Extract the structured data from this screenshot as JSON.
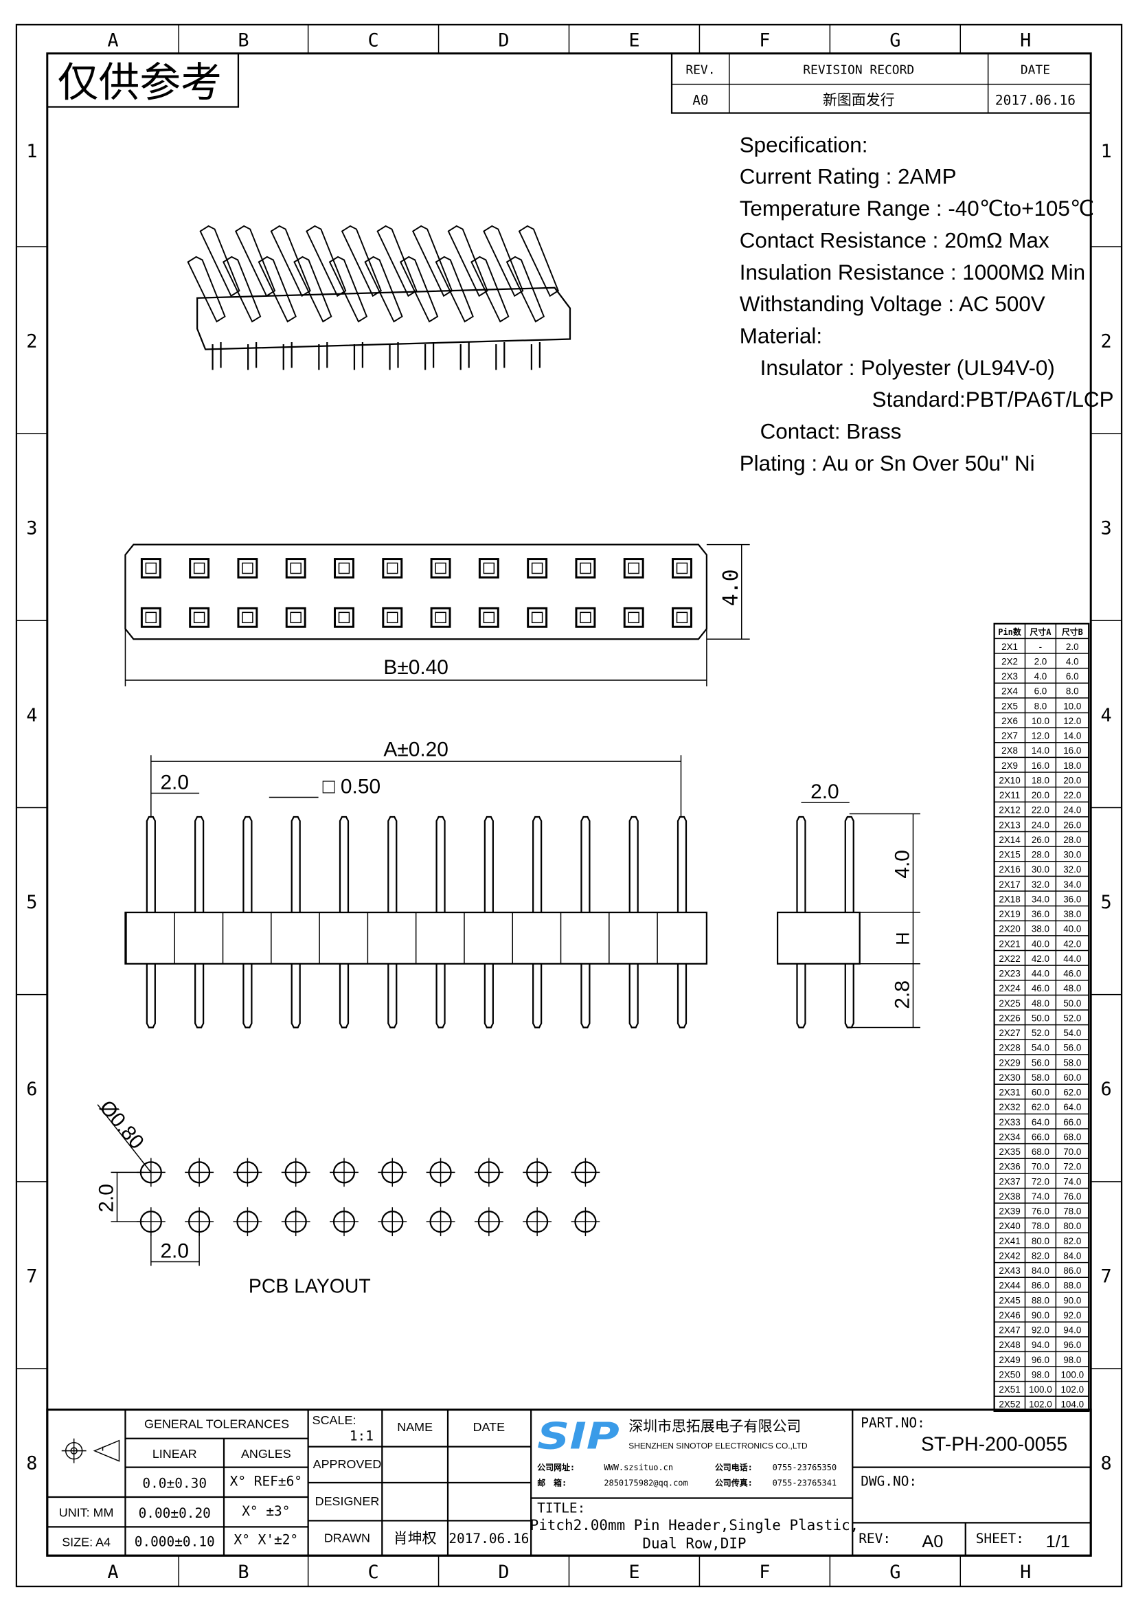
{
  "frame": {
    "cols": [
      "A",
      "B",
      "C",
      "D",
      "E",
      "F",
      "G",
      "H"
    ],
    "rows": [
      "1",
      "2",
      "3",
      "4",
      "5",
      "6",
      "7",
      "8"
    ]
  },
  "stamp": "仅供参考",
  "revision": {
    "h_rev": "REV.",
    "h_record": "REVISION RECORD",
    "h_date": "DATE",
    "rev": "A0",
    "record": "新图面发行",
    "date": "2017.06.16"
  },
  "spec": [
    {
      "text": "Specification:",
      "indent": 0
    },
    {
      "text": "Current Rating : 2AMP",
      "indent": 0
    },
    {
      "text": "Temperature Range : -40℃to+105℃",
      "indent": 0
    },
    {
      "text": "Contact Resistance : 20mΩ Max",
      "indent": 0
    },
    {
      "text": "Insulation Resistance : 1000MΩ Min",
      "indent": 0
    },
    {
      "text": "Withstanding Voltage : AC 500V",
      "indent": 0
    },
    {
      "text": "Material:",
      "indent": 0
    },
    {
      "text": "Insulator : Polyester (UL94V-0)",
      "indent": 1
    },
    {
      "text": "Standard:PBT/PA6T/LCP",
      "indent": 2
    },
    {
      "text": "Contact: Brass",
      "indent": 1
    },
    {
      "text": "Plating : Au or Sn Over 50u\" Ni",
      "indent": 0
    }
  ],
  "dims": {
    "top_height": "4.0",
    "top_width": "B±0.40",
    "front_width": "A±0.20",
    "pitch": "2.0",
    "pin_size": "□ 0.50",
    "side_pitch": "2.0",
    "side_top": "4.0",
    "side_h": "H",
    "side_bottom": "2.8",
    "pcb_dia": "Ø0.80",
    "pcb_row": "2.0",
    "pcb_pitch": "2.0",
    "pcb_label": "PCB LAYOUT"
  },
  "table": {
    "headers": [
      "Pin数",
      "尺寸A",
      "尺寸B"
    ],
    "rows": [
      [
        "2X1",
        "-",
        "2.0"
      ],
      [
        "2X2",
        "2.0",
        "4.0"
      ],
      [
        "2X3",
        "4.0",
        "6.0"
      ],
      [
        "2X4",
        "6.0",
        "8.0"
      ],
      [
        "2X5",
        "8.0",
        "10.0"
      ],
      [
        "2X6",
        "10.0",
        "12.0"
      ],
      [
        "2X7",
        "12.0",
        "14.0"
      ],
      [
        "2X8",
        "14.0",
        "16.0"
      ],
      [
        "2X9",
        "16.0",
        "18.0"
      ],
      [
        "2X10",
        "18.0",
        "20.0"
      ],
      [
        "2X11",
        "20.0",
        "22.0"
      ],
      [
        "2X12",
        "22.0",
        "24.0"
      ],
      [
        "2X13",
        "24.0",
        "26.0"
      ],
      [
        "2X14",
        "26.0",
        "28.0"
      ],
      [
        "2X15",
        "28.0",
        "30.0"
      ],
      [
        "2X16",
        "30.0",
        "32.0"
      ],
      [
        "2X17",
        "32.0",
        "34.0"
      ],
      [
        "2X18",
        "34.0",
        "36.0"
      ],
      [
        "2X19",
        "36.0",
        "38.0"
      ],
      [
        "2X20",
        "38.0",
        "40.0"
      ],
      [
        "2X21",
        "40.0",
        "42.0"
      ],
      [
        "2X22",
        "42.0",
        "44.0"
      ],
      [
        "2X23",
        "44.0",
        "46.0"
      ],
      [
        "2X24",
        "46.0",
        "48.0"
      ],
      [
        "2X25",
        "48.0",
        "50.0"
      ],
      [
        "2X26",
        "50.0",
        "52.0"
      ],
      [
        "2X27",
        "52.0",
        "54.0"
      ],
      [
        "2X28",
        "54.0",
        "56.0"
      ],
      [
        "2X29",
        "56.0",
        "58.0"
      ],
      [
        "2X30",
        "58.0",
        "60.0"
      ],
      [
        "2X31",
        "60.0",
        "62.0"
      ],
      [
        "2X32",
        "62.0",
        "64.0"
      ],
      [
        "2X33",
        "64.0",
        "66.0"
      ],
      [
        "2X34",
        "66.0",
        "68.0"
      ],
      [
        "2X35",
        "68.0",
        "70.0"
      ],
      [
        "2X36",
        "70.0",
        "72.0"
      ],
      [
        "2X37",
        "72.0",
        "74.0"
      ],
      [
        "2X38",
        "74.0",
        "76.0"
      ],
      [
        "2X39",
        "76.0",
        "78.0"
      ],
      [
        "2X40",
        "78.0",
        "80.0"
      ],
      [
        "2X41",
        "80.0",
        "82.0"
      ],
      [
        "2X42",
        "82.0",
        "84.0"
      ],
      [
        "2X43",
        "84.0",
        "86.0"
      ],
      [
        "2X44",
        "86.0",
        "88.0"
      ],
      [
        "2X45",
        "88.0",
        "90.0"
      ],
      [
        "2X46",
        "90.0",
        "92.0"
      ],
      [
        "2X47",
        "92.0",
        "94.0"
      ],
      [
        "2X48",
        "94.0",
        "96.0"
      ],
      [
        "2X49",
        "96.0",
        "98.0"
      ],
      [
        "2X50",
        "98.0",
        "100.0"
      ],
      [
        "2X51",
        "100.0",
        "102.0"
      ],
      [
        "2X52",
        "102.0",
        "104.0"
      ]
    ]
  },
  "titleblock": {
    "gen_tol": "GENERAL TOLERANCES",
    "linear": "LINEAR",
    "angles": "ANGLES",
    "tol_rows": [
      [
        "0.0±0.30",
        "X° REF±6°"
      ],
      [
        "0.00±0.20",
        "X° ±3°"
      ],
      [
        "0.000±0.10",
        "X° X'±2°"
      ]
    ],
    "unit": "UNIT: MM",
    "size": "SIZE: A4",
    "scale_label": "SCALE:",
    "scale": "1:1",
    "name": "NAME",
    "date": "DATE",
    "approved": "APPROVED",
    "designer": "DESIGNER",
    "drawn": "DRAWN",
    "drawn_name": "肖坤权",
    "drawn_date": "2017.06.16",
    "logo": "SIP",
    "company_cn": "深圳市思拓展电子有限公司",
    "company_en": "SHENZHEN SINOTOP ELECTRONICS CO.,LTD",
    "web_label": "公司网址:",
    "web": "WWW.szsituo.cn",
    "mail_label": "邮　箱:",
    "mail": "2850175982@qq.com",
    "tel_label": "公司电话:",
    "tel": "0755-23765350",
    "fax_label": "公司传真:",
    "fax": "0755-23765341",
    "title_label": "TITLE:",
    "title1": "Pitch2.00mm Pin Header,Single Plastic,",
    "title2": "Dual Row,DIP",
    "part_label": "PART.NO:",
    "part": "ST-PH-200-0055",
    "dwg_label": "DWG.NO:",
    "rev_label": "REV:",
    "rev": "A0",
    "sheet_label": "SHEET:",
    "sheet": "1/1"
  },
  "colors": {
    "logo": "#3a9be8"
  }
}
